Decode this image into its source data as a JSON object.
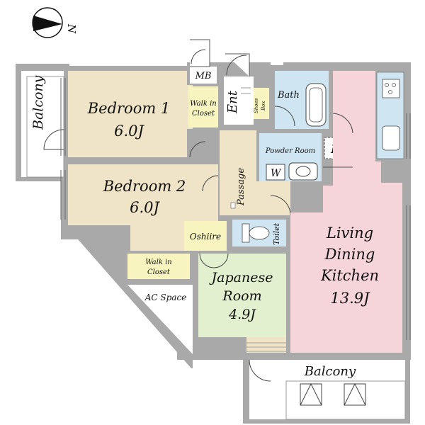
{
  "compass": {
    "north_label": "N"
  },
  "rooms": {
    "balcony_west": {
      "label": "Balcony"
    },
    "bedroom1": {
      "name": "Bedroom 1",
      "size": "6.0J"
    },
    "bedroom2": {
      "name": "Bedroom 2",
      "size": "6.0J"
    },
    "wic1": {
      "line1": "Walk in",
      "line2": "Closet"
    },
    "wic2": {
      "line1": "Walk in",
      "line2": "Closet"
    },
    "mb": {
      "label": "MB"
    },
    "entrance": {
      "label": "Ent"
    },
    "shoes_box": {
      "line1": "Shoes",
      "line2": "Box"
    },
    "bath": {
      "label": "Bath"
    },
    "powder_room": {
      "label": "Powder Room"
    },
    "washer": {
      "label": "W"
    },
    "fridge": {
      "label": "R"
    },
    "passage": {
      "label": "Passage"
    },
    "oshiire": {
      "label": "Oshiire"
    },
    "toilet": {
      "label": "Toilet"
    },
    "japanese_room": {
      "name1": "Japanese",
      "name2": "Room",
      "size": "4.9J"
    },
    "ldk": {
      "line1": "Living",
      "line2": "Dining",
      "line3": "Kitchen",
      "size": "13.9J"
    },
    "ac_space": {
      "label": "AC Space"
    },
    "balcony_south": {
      "label": "Balcony"
    }
  },
  "colors": {
    "wall": "#a9a9a9",
    "bedroom": "#efe4c8",
    "closet": "#f8f4bf",
    "wet": "#cfe6f2",
    "japanese": "#e2f0cf",
    "ldk": "#f5d5da",
    "floor": "#ffffff"
  }
}
